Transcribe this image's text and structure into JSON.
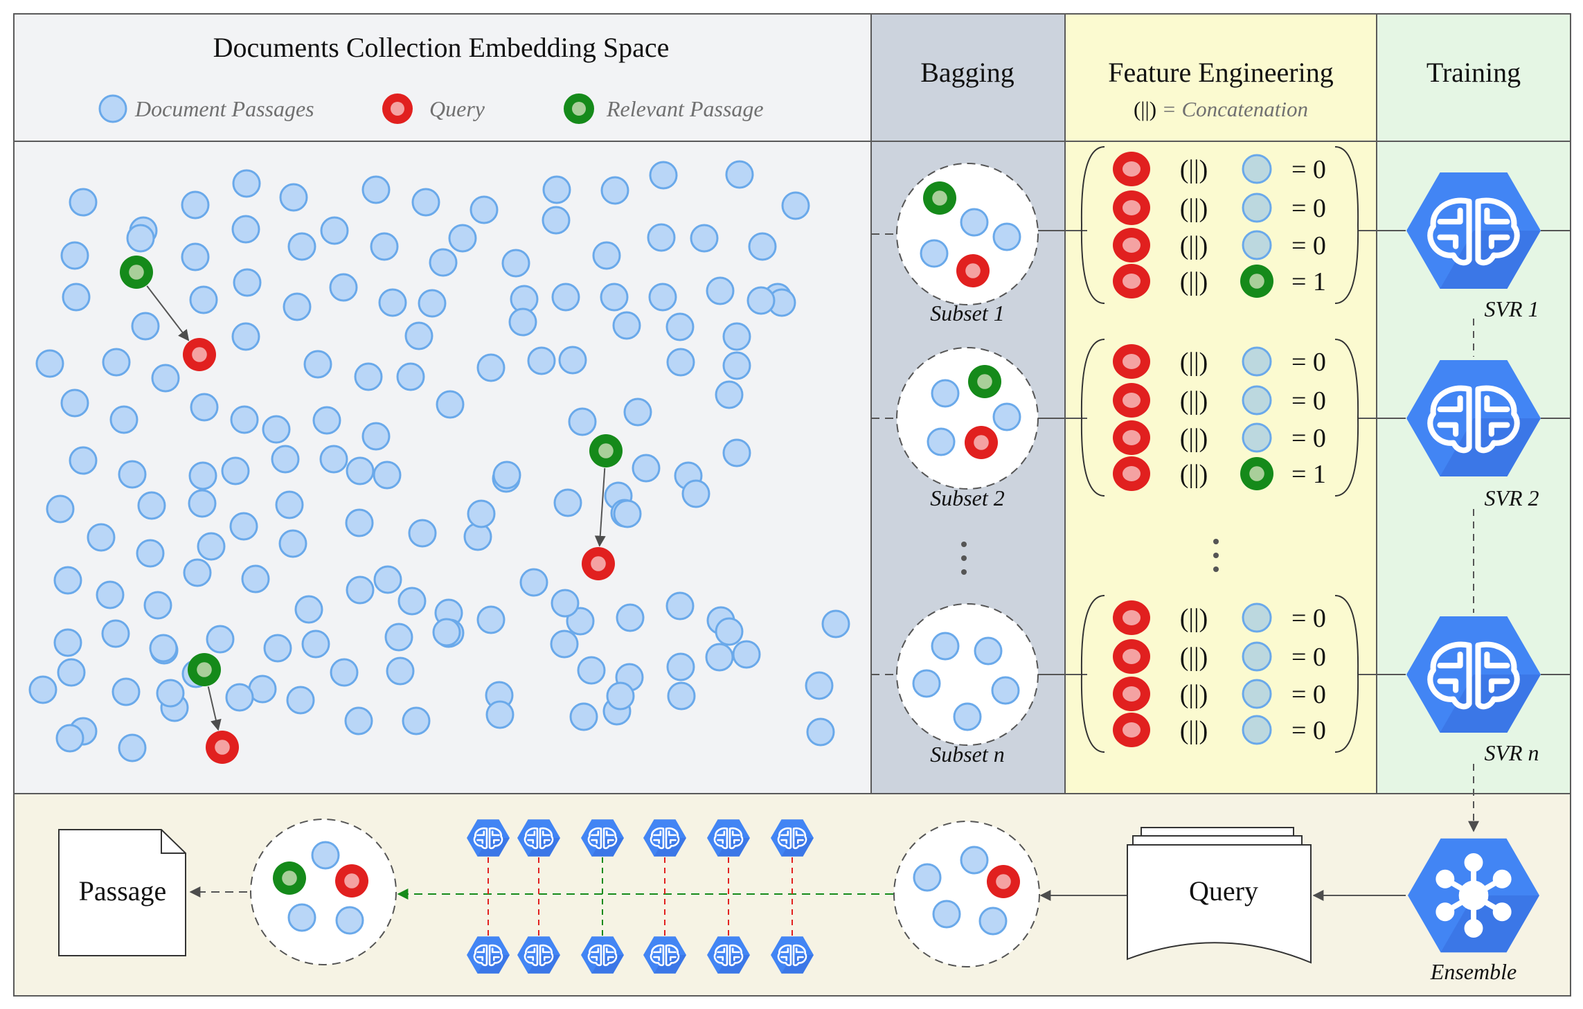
{
  "embedding_space": {
    "title": "Documents Collection Embedding Space",
    "legend": [
      {
        "label": "Document Passages",
        "kind": "doc"
      },
      {
        "label": "Query",
        "kind": "query"
      },
      {
        "label": "Relevant Passage",
        "kind": "relevant"
      }
    ]
  },
  "bagging": {
    "title": "Bagging",
    "subsets": [
      "Subset 1",
      "Subset 2",
      "Subset n"
    ]
  },
  "feature_engineering": {
    "title": "Feature Engineering",
    "concat_symbol": "(||)",
    "concat_legend_suffix": " = Concatenation",
    "groups": [
      {
        "labels": [
          "= 0",
          "= 0",
          "= 0",
          "= 1"
        ],
        "relevant": [
          false,
          false,
          false,
          true
        ]
      },
      {
        "labels": [
          "= 0",
          "= 0",
          "= 0",
          "= 1"
        ],
        "relevant": [
          false,
          false,
          false,
          true
        ]
      },
      {
        "labels": [
          "= 0",
          "= 0",
          "= 0",
          "= 0"
        ],
        "relevant": [
          false,
          false,
          false,
          false
        ]
      }
    ]
  },
  "training": {
    "title": "Training",
    "models": [
      "SVR 1",
      "SVR 2",
      "SVR n"
    ]
  },
  "inference": {
    "ensemble_label": "Ensemble",
    "query_label": "Query",
    "passage_label": "Passage"
  },
  "colors": {
    "doc_fill": "#b9d6f7",
    "doc_stroke": "#6aa9ea",
    "query": "#e1201f",
    "relevant": "#158a1a",
    "engineered_doc_fill": "#bcd8df",
    "hex_blue": "#4285f4",
    "panel_embedding": "#f2f3f5",
    "panel_bagging": "#ccd3dd",
    "panel_feature": "#fbfad0",
    "panel_training": "#e5f6e4",
    "panel_inference": "#f6f3e4"
  }
}
